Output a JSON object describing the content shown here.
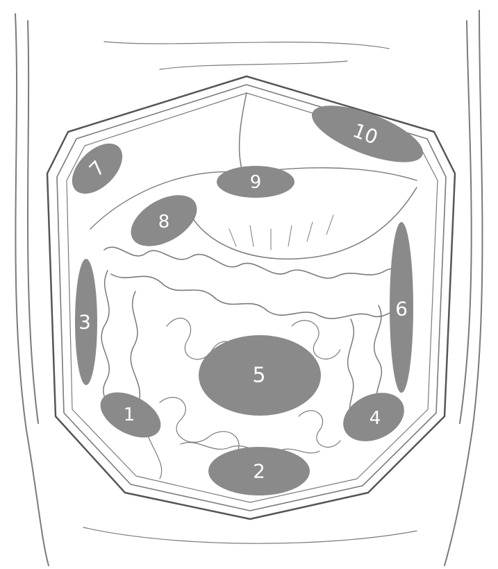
{
  "regions": [
    {
      "label": "1"
    },
    {
      "label": "2"
    },
    {
      "label": "3"
    },
    {
      "label": "4"
    },
    {
      "label": "5"
    },
    {
      "label": "6"
    },
    {
      "label": "7"
    },
    {
      "label": "8"
    },
    {
      "label": "9"
    },
    {
      "label": "10"
    }
  ],
  "colors": {
    "region_fill": "#8a8a8a",
    "label_text": "#ffffff",
    "pencil_line": "#7a7a7a"
  }
}
